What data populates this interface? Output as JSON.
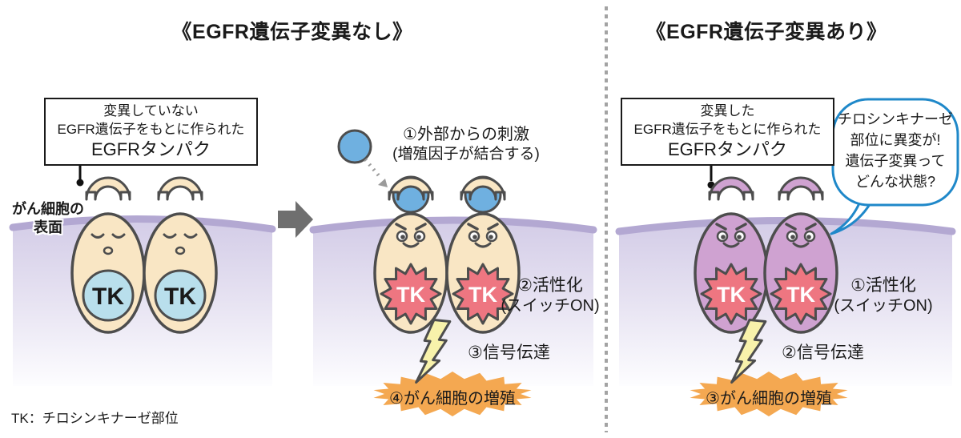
{
  "tk": "TK",
  "footnote": "TK：チロシンキナーゼ部位",
  "left_panel": {
    "title": "《EGFR遺伝子変異なし》",
    "protein_label": {
      "line1": "変異していない",
      "line2": "EGFR遺伝子をもとに作られた",
      "line3": "EGFRタンパク"
    },
    "surface_label": {
      "line1": "がん細胞の",
      "line2": "表面"
    }
  },
  "activated_stage": {
    "stimulus": {
      "line1": "①外部からの刺激",
      "line2": "(増殖因子が結合する)"
    },
    "activation": {
      "line1": "②活性化",
      "line2": "(スイッチON)"
    },
    "signal": "③信号伝達",
    "proliferation": "④がん細胞の増殖"
  },
  "right_panel": {
    "title": "《EGFR遺伝子変異あり》",
    "protein_label": {
      "line1": "変異した",
      "line2": "EGFR遺伝子をもとに作られた",
      "line3": "EGFRタンパク"
    },
    "speech_bubble": {
      "line1": "チロシンキナーゼ",
      "line2": "部位に異変が!",
      "line3": "遺伝子変異って",
      "line4": "どんな状態?"
    },
    "activation": {
      "line1": "①活性化",
      "line2": "(スイッチON)"
    },
    "signal": "②信号伝達",
    "proliferation": "③がん細胞の増殖"
  },
  "colors": {
    "cell_normal": "#f9e6c4",
    "cell_mutant": "#cfa2d1",
    "tk_inactive_bg": "#b9dfec",
    "tk_active_bg": "#ee7681",
    "growth_factor": "#6fb0e0",
    "membrane_edge": "#b3a8d2",
    "burst_orange": "#f4a851",
    "lightning": "#f8f2ab",
    "bubble_border": "#1f88c9",
    "arrow_gray": "#6f6f6f"
  }
}
